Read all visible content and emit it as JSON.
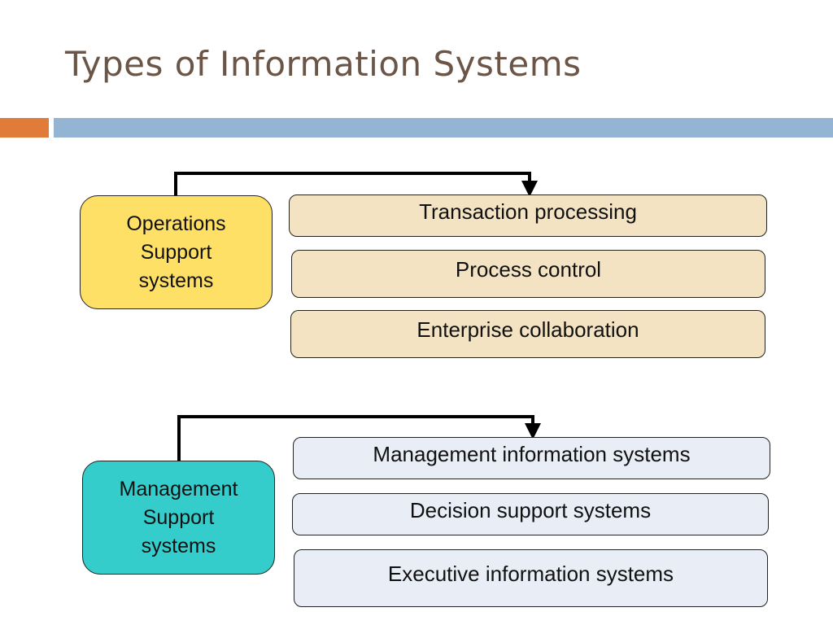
{
  "slide": {
    "title": "Types of Information Systems"
  },
  "colors": {
    "title": "#6b5546",
    "accent_bar": "#e07b3a",
    "main_bar": "#93b4d2",
    "operations_group_fill": "#ffe066",
    "operations_item_fill": "#f3e3c3",
    "management_group_fill": "#35cccc",
    "management_item_fill": "#e8edf6"
  },
  "groups": [
    {
      "label": "Operations\nSupport\nsystems",
      "items": [
        "Transaction processing",
        "Process control",
        "Enterprise collaboration"
      ]
    },
    {
      "label": "Management\nSupport\nsystems",
      "items": [
        "Management information systems",
        "Decision support systems",
        "Executive information systems"
      ]
    }
  ]
}
